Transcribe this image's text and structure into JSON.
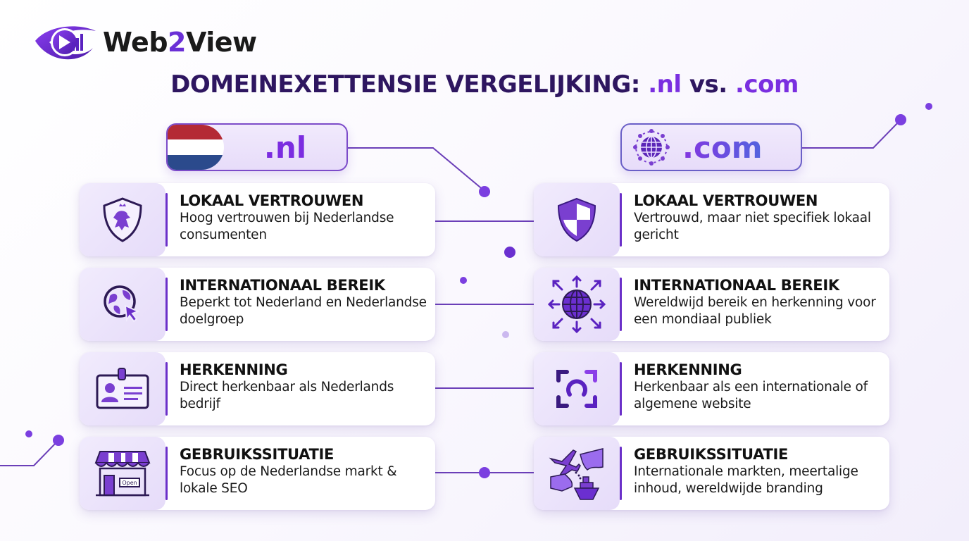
{
  "brand": {
    "logo_text_prefix": "Web",
    "logo_text_number": "2",
    "logo_text_suffix": "View",
    "icon": "eye-play-chart-icon"
  },
  "title": {
    "main": "DOMEINEXETTENSIE VERGELIJKING:",
    "accent_nl": ".nl",
    "vs": "vs.",
    "accent_com": ".com"
  },
  "colors": {
    "primary_purple": "#6b30c9",
    "accent_purple": "#7b2ce0",
    "title_dark": "#2e1660",
    "card_icon_bg": "#ece4fb",
    "flag_red": "#b42a35",
    "flag_blue": "#2b4a8c"
  },
  "columns": [
    {
      "domain": ".nl",
      "badge_icon": "netherlands-flag-icon",
      "items": [
        {
          "icon": "shield-lion-icon",
          "heading": "LOKAAL VERTROUWEN",
          "description": "Hoog vertrouwen bij Nederlandse consumenten"
        },
        {
          "icon": "globe-cursor-icon",
          "heading": "INTERNATIONAAL BEREIK",
          "description": "Beperkt tot Nederland en Nederlandse doelgroep"
        },
        {
          "icon": "id-badge-icon",
          "heading": "HERKENNING",
          "description": "Direct herkenbaar als Nederlands bedrijf"
        },
        {
          "icon": "storefront-open-icon",
          "heading": "GEBRUIKSSITUATIE",
          "description": "Focus op de Nederlandse markt & lokale SEO",
          "store_sign": "Open"
        }
      ]
    },
    {
      "domain": ".com",
      "badge_icon": "network-globe-icon",
      "items": [
        {
          "icon": "shield-check-icon",
          "heading": "LOKAAL VERTROUWEN",
          "description": "Vertrouwd, maar niet specifiek lokaal gericht"
        },
        {
          "icon": "globe-arrows-icon",
          "heading": "INTERNATIONAAL BEREIK",
          "description": "Wereldwijd bereik en herkenning voor een mondiaal publiek"
        },
        {
          "icon": "focus-recognition-icon",
          "heading": "HERKENNING",
          "description": "Herkenbaar als een internationale of algemene website"
        },
        {
          "icon": "plane-ship-map-icon",
          "heading": "GEBRUIKSSITUATIE",
          "description": "Internationale markten, meertalige inhoud, wereldwijde branding"
        }
      ]
    }
  ]
}
